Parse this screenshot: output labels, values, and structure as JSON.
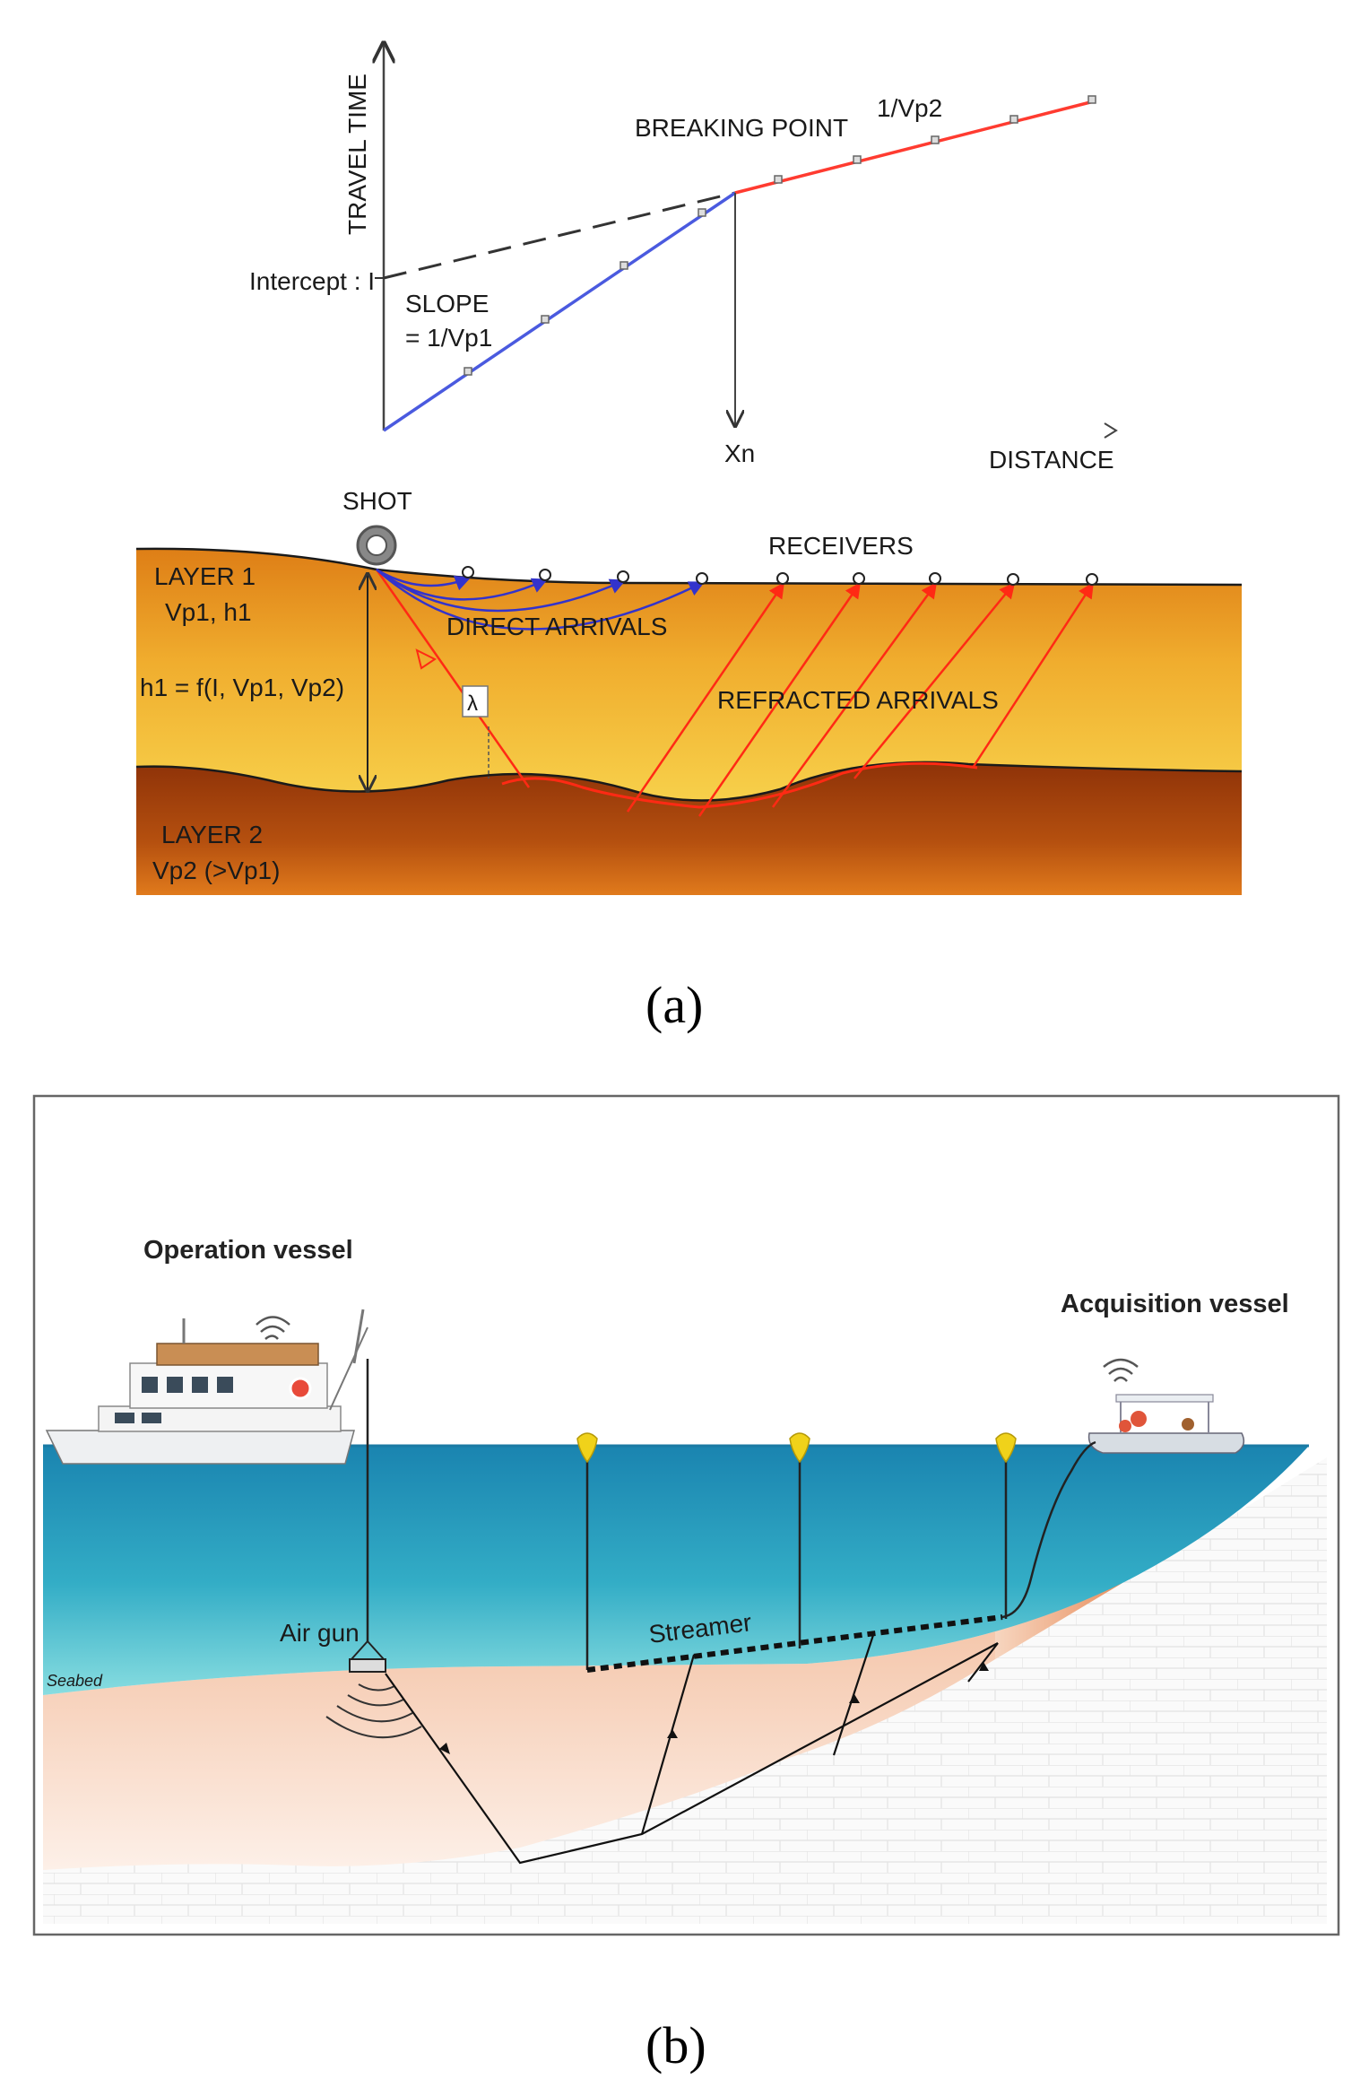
{
  "panel_a": {
    "axis_y_label": "TRAVEL TIME",
    "axis_x_label": "DISTANCE",
    "intercept_label": "Intercept : I",
    "slope_label_line1": "SLOPE",
    "slope_label_line2": "= 1/Vp1",
    "breaking_point_label": "BREAKING POINT",
    "slope2_label": "1/Vp2",
    "xn_label": "Xn",
    "shot_label": "SHOT",
    "receivers_label": "RECEIVERS",
    "layer1_title": "LAYER 1",
    "layer1_params": "Vp1, h1",
    "h1_formula": "h1 = f(I, Vp1, Vp2)",
    "direct_arrivals_label": "DIRECT ARRIVALS",
    "refracted_arrivals_label": "REFRACTED ARRIVALS",
    "angle_symbol": "λ",
    "layer2_title": "LAYER 2",
    "layer2_params": "Vp2 (>Vp1)",
    "caption": "(a)",
    "colors": {
      "direct": "#3333cc",
      "refracted": "#ff2a14",
      "layer1_top": "#e8901f",
      "layer2": "#9a3a0c"
    }
  },
  "panel_b": {
    "operation_vessel_label": "Operation vessel",
    "acquisition_vessel_label": "Acquisition vessel",
    "air_gun_label": "Air gun",
    "streamer_label": "Streamer",
    "seabed_label": "Seabed",
    "caption": "(b)",
    "colors": {
      "water_top": "#1e8fb8",
      "water_bottom": "#6fd0d8",
      "seabed": "#f2c4a8",
      "buoy": "#f0d21a"
    }
  }
}
